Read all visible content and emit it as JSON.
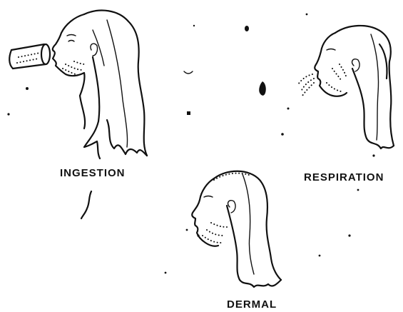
{
  "figure": {
    "labels": {
      "ingestion": "INGESTION",
      "respiration": "RESPIRATION",
      "dermal": "DERMAL"
    },
    "icons": {
      "ingestion": "head-profile-drinking-icon",
      "respiration": "head-profile-breathing-icon",
      "dermal": "head-profile-skin-icon",
      "cup": "cup-icon"
    }
  }
}
